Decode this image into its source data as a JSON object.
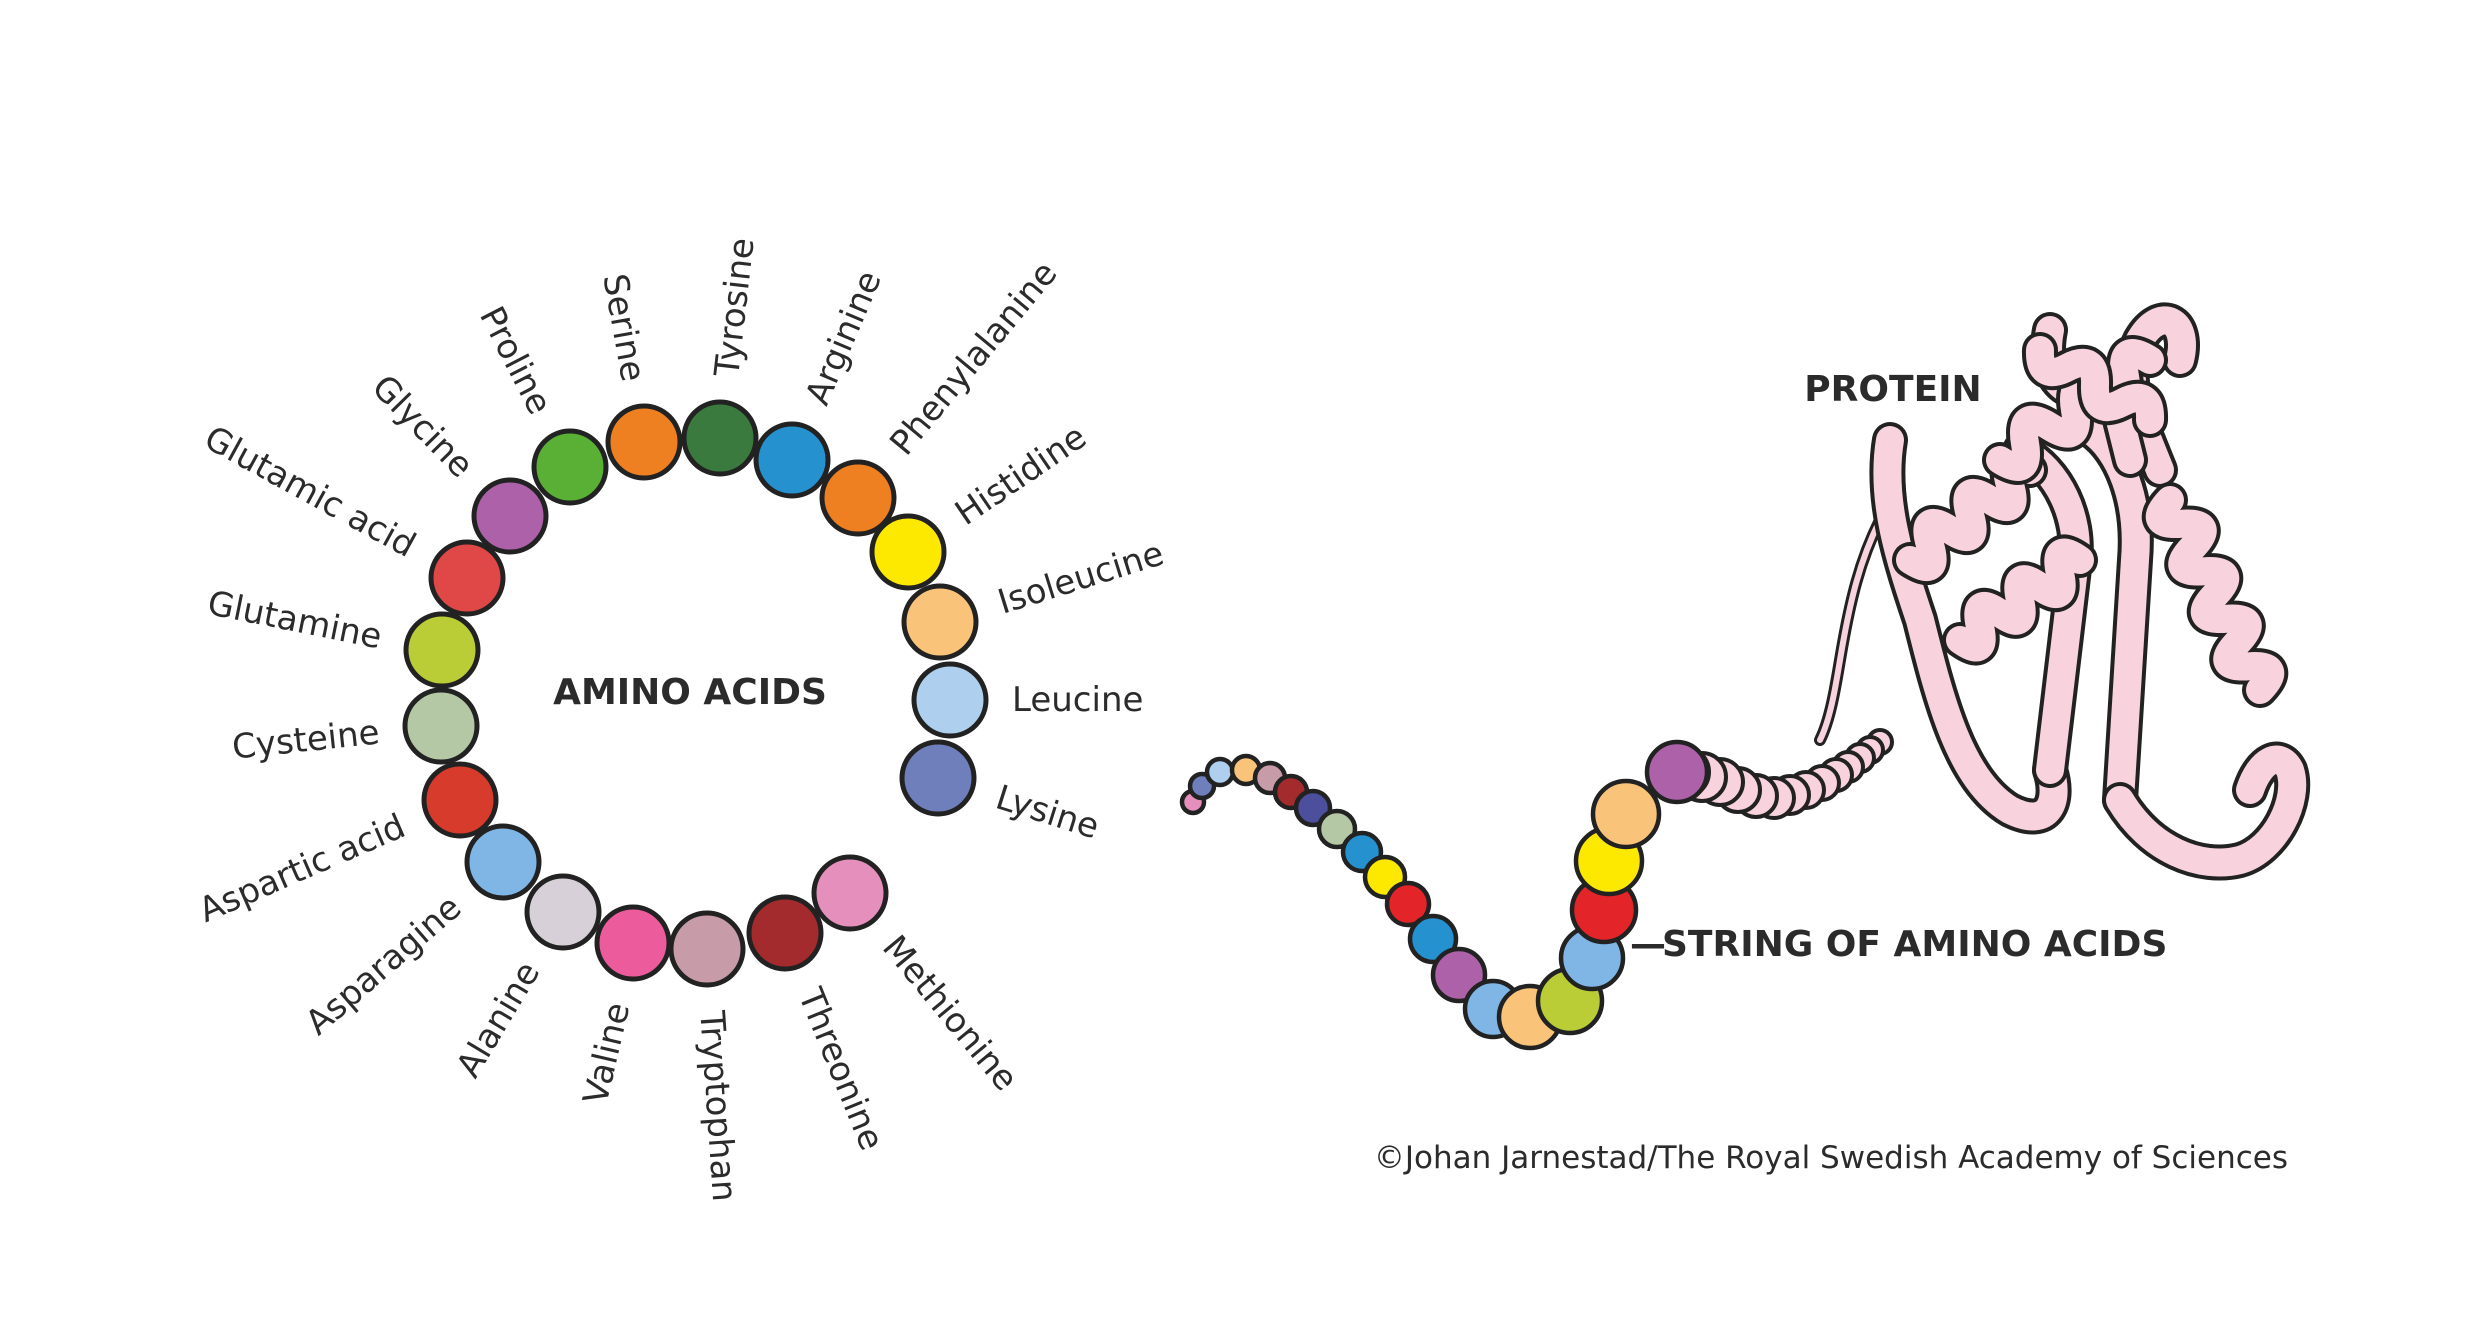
{
  "amino_acids_title": "AMINO ACIDS",
  "protein_title": "PROTEIN",
  "string_title": "STRING OF AMINO ACIDS",
  "string_dash": "—",
  "credit": "©Johan Jarnestad/The Royal Swedish Academy of Sciences",
  "amino_acids": [
    {
      "name": "Lysine",
      "color": "#6f7fbb"
    },
    {
      "name": "Leucine",
      "color": "#aed0ee"
    },
    {
      "name": "Isoleucine",
      "color": "#f9c37a"
    },
    {
      "name": "Histidine",
      "color": "#fde900"
    },
    {
      "name": "Phenylalanine",
      "color": "#ee8022"
    },
    {
      "name": "Arginine",
      "color": "#2591cf"
    },
    {
      "name": "Tyrosine",
      "color": "#3b7a3e"
    },
    {
      "name": "Serine",
      "color": "#ee8022"
    },
    {
      "name": "Proline",
      "color": "#5aaf35"
    },
    {
      "name": "Glycine",
      "color": "#ad61a8"
    },
    {
      "name": "Glutamic acid",
      "color": "#e04848"
    },
    {
      "name": "Glutamine",
      "color": "#bbcd36"
    },
    {
      "name": "Cysteine",
      "color": "#b4c8a6"
    },
    {
      "name": "Aspartic acid",
      "color": "#d63b2c"
    },
    {
      "name": "Asparagine",
      "color": "#80b6e6"
    },
    {
      "name": "Alanine",
      "color": "#d8d0d8"
    },
    {
      "name": "Valine",
      "color": "#ec5b9c"
    },
    {
      "name": "Tryptophan",
      "color": "#c79ca8"
    },
    {
      "name": "Threonine",
      "color": "#a32a2d"
    },
    {
      "name": "Methionine",
      "color": "#e58fbd"
    }
  ],
  "string_colors": [
    "#e58fbd",
    "#6f7fbb",
    "#aed0ee",
    "#f9c37a",
    "#c79ca8",
    "#a32a2d",
    "#4b4f9c",
    "#b4c8a6",
    "#2591cf",
    "#fde900",
    "#e3252a",
    "#2591cf",
    "#ad61a8",
    "#80b6e6",
    "#f9c37a",
    "#bbcd36",
    "#80b6e6",
    "#e3252a",
    "#fde900",
    "#f9c37a",
    "#ad61a8"
  ],
  "protein_color": "#f8d3de"
}
